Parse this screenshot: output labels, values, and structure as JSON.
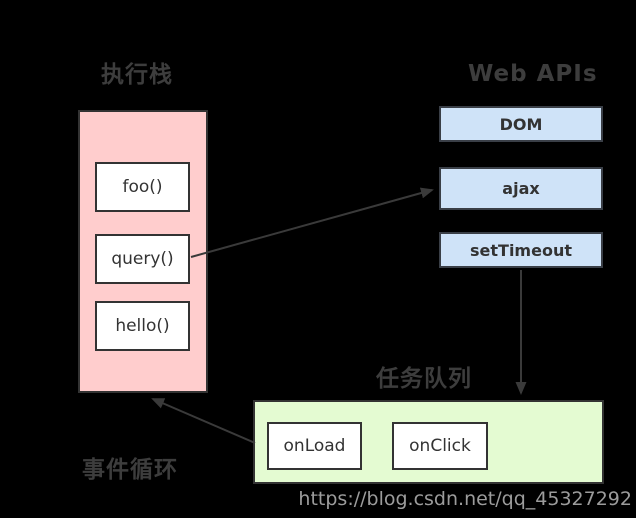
{
  "diagram": {
    "watermark": "https://blog.csdn.net/qq_45327292"
  },
  "colors": {
    "background": "#000000",
    "stack_fill": "#ffcdcd",
    "api_fill": "#cfe3f8",
    "queue_fill": "#e4fbd2",
    "inner_box_fill": "#ffffff",
    "box_border": "#333333",
    "title_text": "#3d3d3d",
    "box_text": "#333333",
    "arrow": "#3a3a3a",
    "watermark_text": "#9c9c9c"
  },
  "call_stack": {
    "title": "执行栈",
    "frames": [
      {
        "label": "foo()"
      },
      {
        "label": "query()"
      },
      {
        "label": "hello()"
      }
    ]
  },
  "web_apis": {
    "title": "Web APIs",
    "items": [
      {
        "label": "DOM"
      },
      {
        "label": "ajax"
      },
      {
        "label": "setTimeout"
      }
    ]
  },
  "task_queue": {
    "title": "任务队列",
    "tasks": [
      {
        "label": "onLoad"
      },
      {
        "label": "onClick"
      }
    ]
  },
  "event_loop": {
    "label": "事件循环"
  }
}
